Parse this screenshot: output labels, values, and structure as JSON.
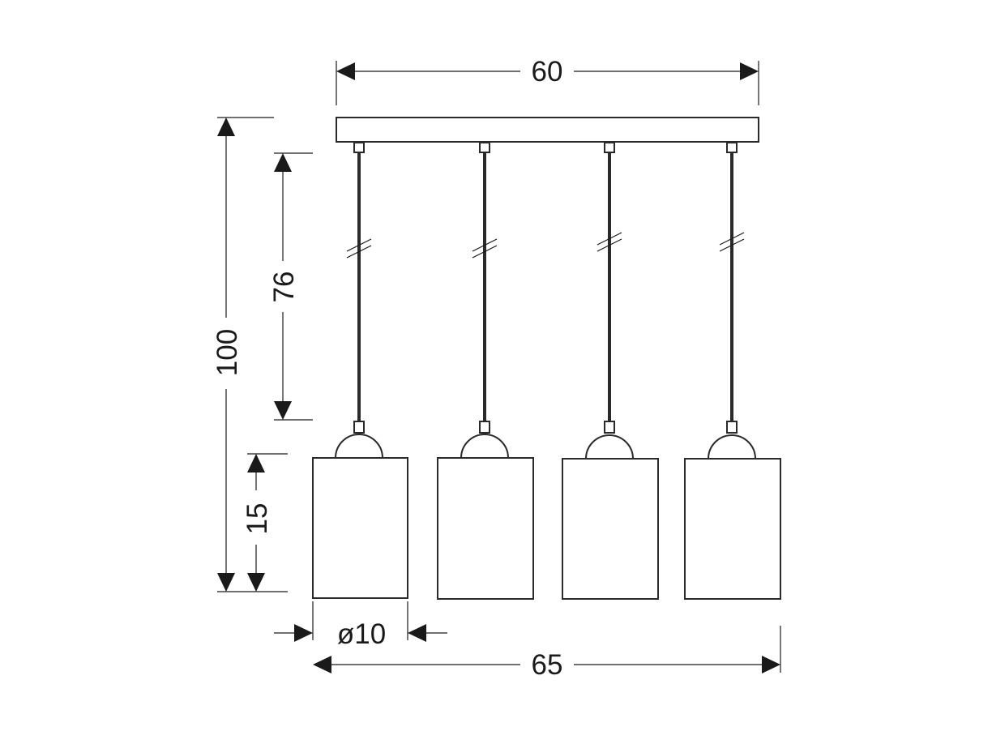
{
  "dimensions": {
    "width_bar": "60",
    "width_total": "65",
    "height_total": "100",
    "height_cord": "76",
    "height_shade": "15",
    "shade_diameter": "ø10"
  },
  "lamp": {
    "shade_count": 4,
    "line_color": "#2a2a2a",
    "background": "#ffffff"
  }
}
